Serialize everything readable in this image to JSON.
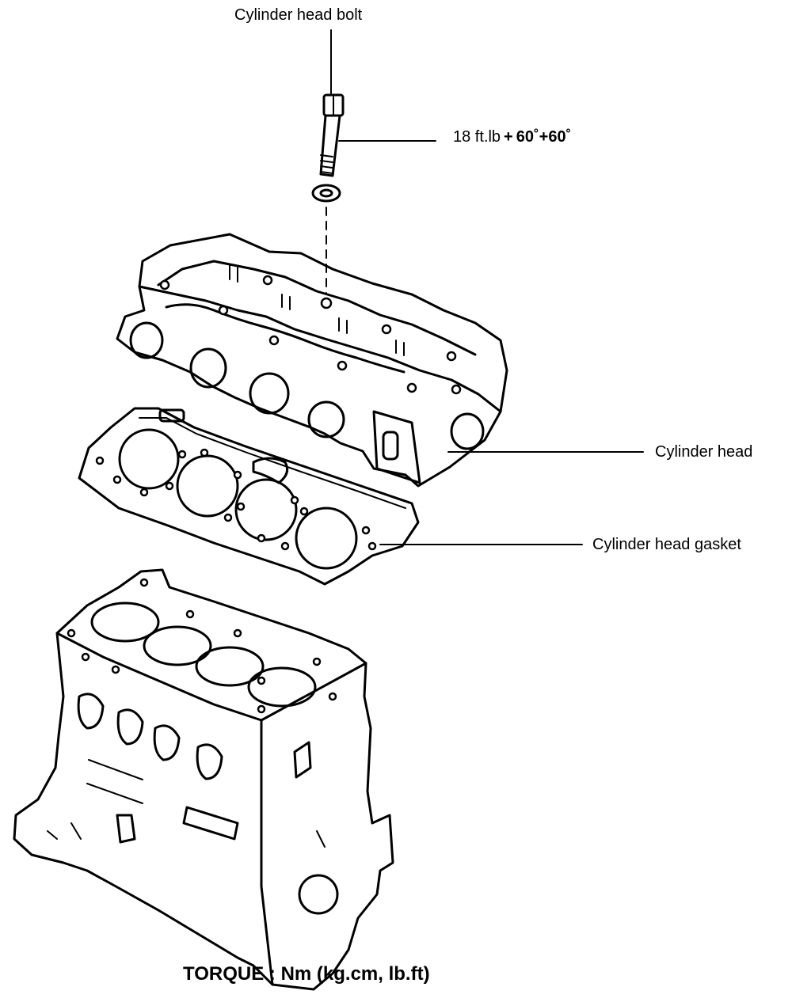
{
  "labels": {
    "bolt": "Cylinder head bolt",
    "head": "Cylinder head",
    "gasket": "Cylinder head gasket"
  },
  "torque_spec": {
    "base": "18 ft.lb",
    "plus": "+",
    "angle": "60˚+60˚"
  },
  "caption": "TORQUE : Nm (kg.cm, lb.ft)"
}
